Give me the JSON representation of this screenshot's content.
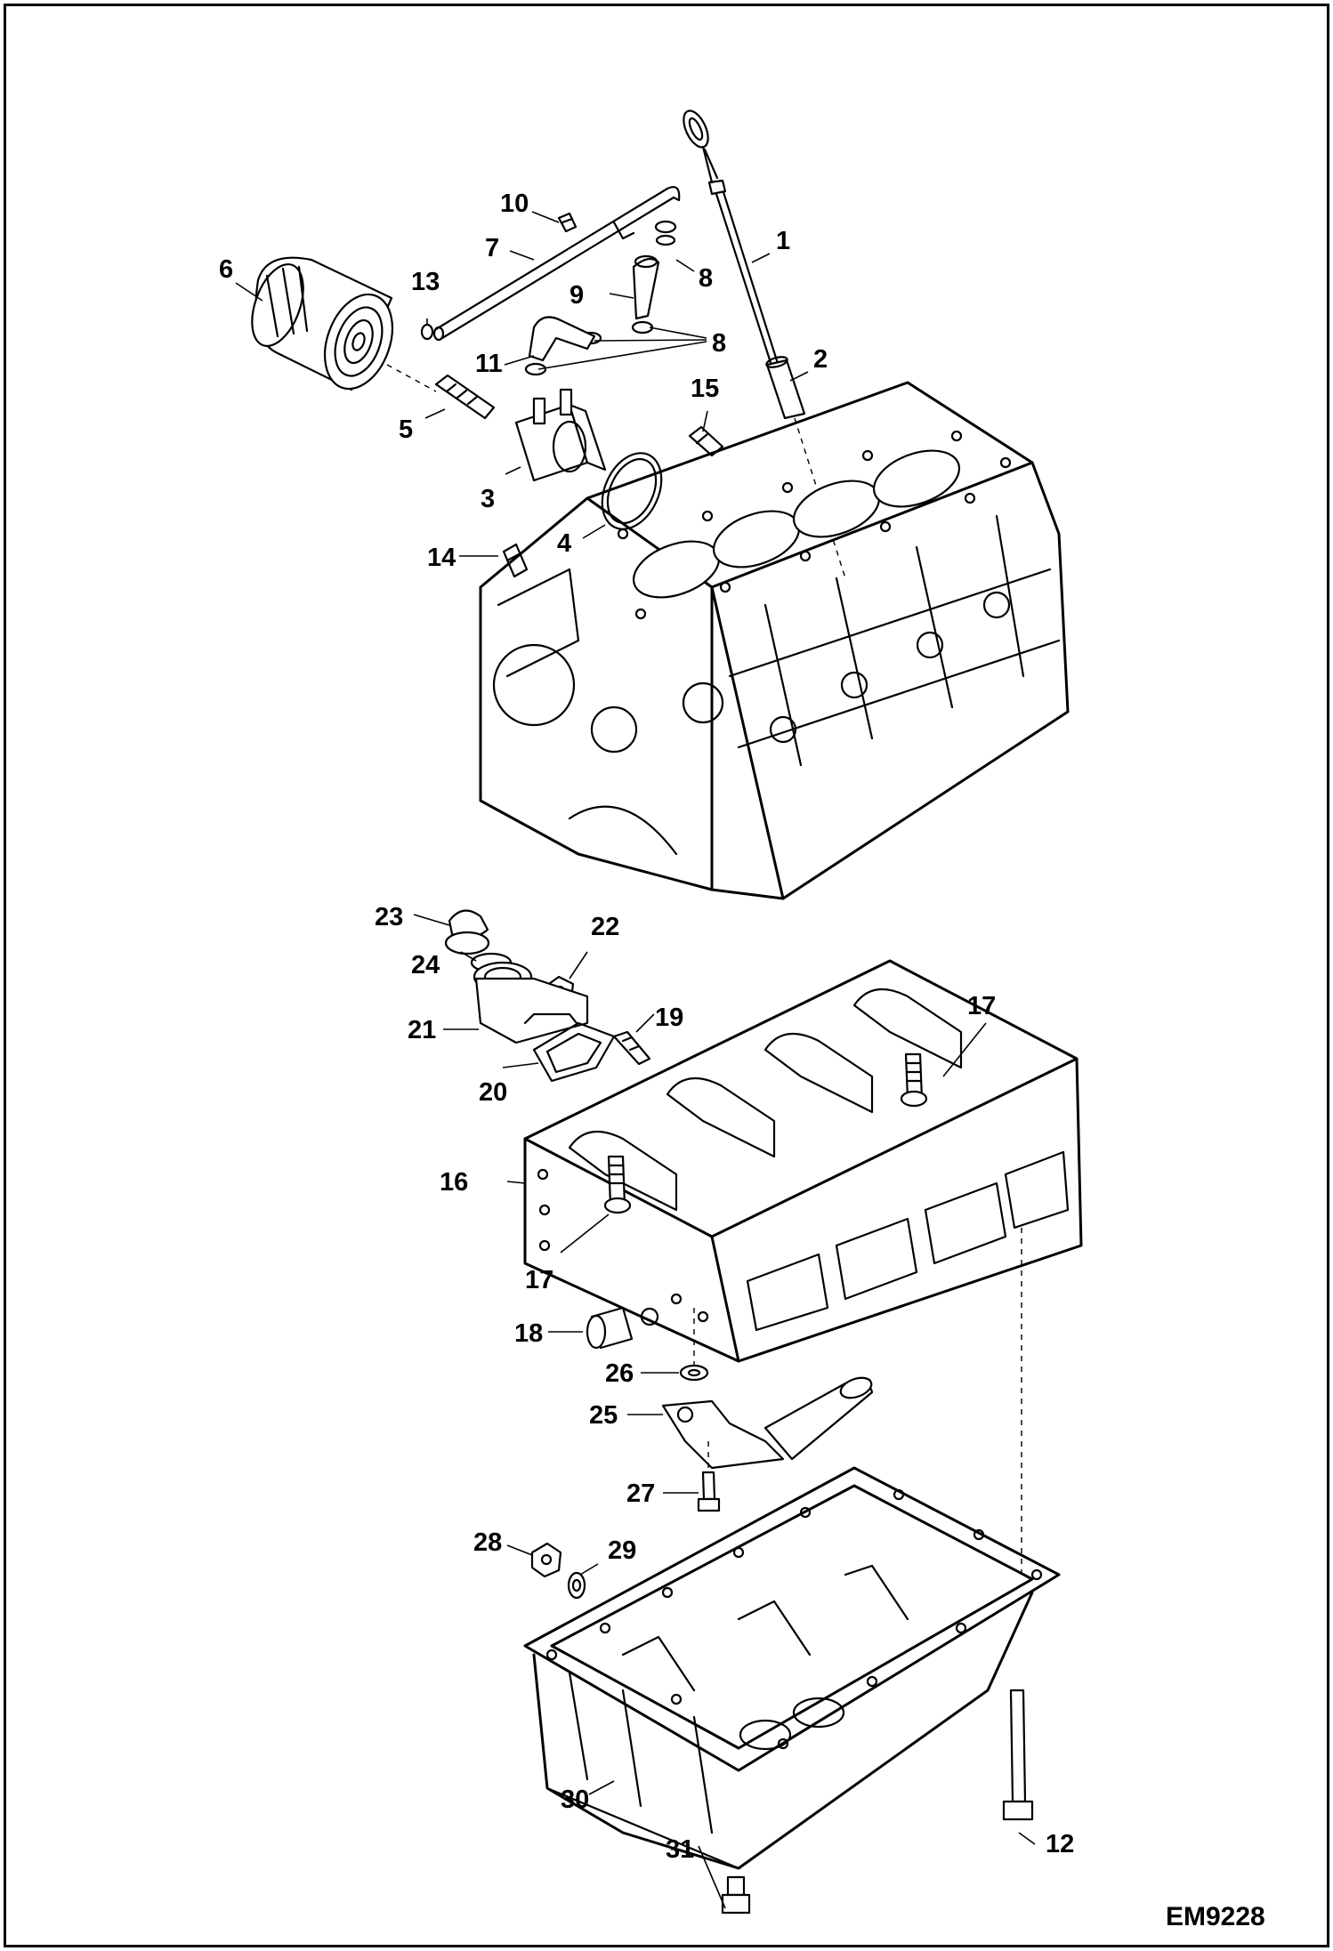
{
  "figure": {
    "document_id": "EM9228",
    "callouts": [
      "1",
      "2",
      "3",
      "4",
      "5",
      "6",
      "7",
      "8",
      "8",
      "9",
      "10",
      "11",
      "12",
      "13",
      "14",
      "15",
      "16",
      "17",
      "17",
      "18",
      "19",
      "20",
      "21",
      "22",
      "23",
      "24",
      "25",
      "26",
      "27",
      "28",
      "29",
      "30",
      "31"
    ]
  }
}
